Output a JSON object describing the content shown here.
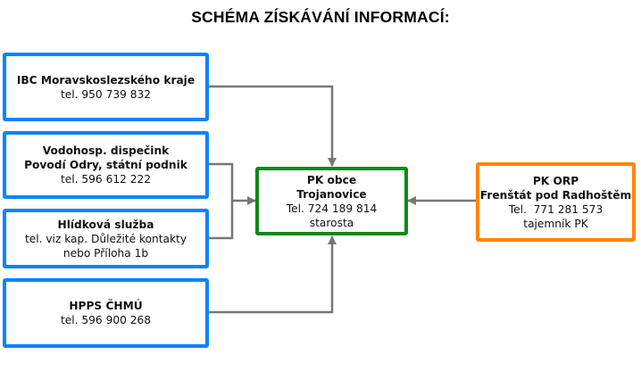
{
  "title": "SCHÉMA ZÍSKÁVÁNÍ INFORMACÍ:",
  "colors": {
    "source_border": "#0a84ff",
    "center_border": "#0f8a16",
    "orp_border": "#ff8510",
    "connector": "#777777"
  },
  "sources": [
    {
      "name": "IBC Moravskoslezského kraje",
      "lines": [
        "tel. 950 739 832"
      ]
    },
    {
      "name": "Vodohosp. dispečink",
      "name2": "Povodí Odry, státní podnik",
      "lines": [
        "tel. 596 612 222"
      ]
    },
    {
      "name": "Hlídková služba",
      "lines": [
        "tel. viz kap. Důležité kontakty",
        "nebo Příloha 1b"
      ]
    },
    {
      "name": "HPPS ČHMÚ",
      "lines": [
        "tel. 596 900 268"
      ]
    }
  ],
  "center": {
    "name": "PK obce",
    "name2": "Trojanovice",
    "phone": "Tel. 724 189 814",
    "role": "starosta"
  },
  "orp": {
    "name": "PK ORP",
    "name2": "Frenštát pod Radhoštěm",
    "phone": "Tel.  771 281 573",
    "role": "tajemník PK"
  }
}
